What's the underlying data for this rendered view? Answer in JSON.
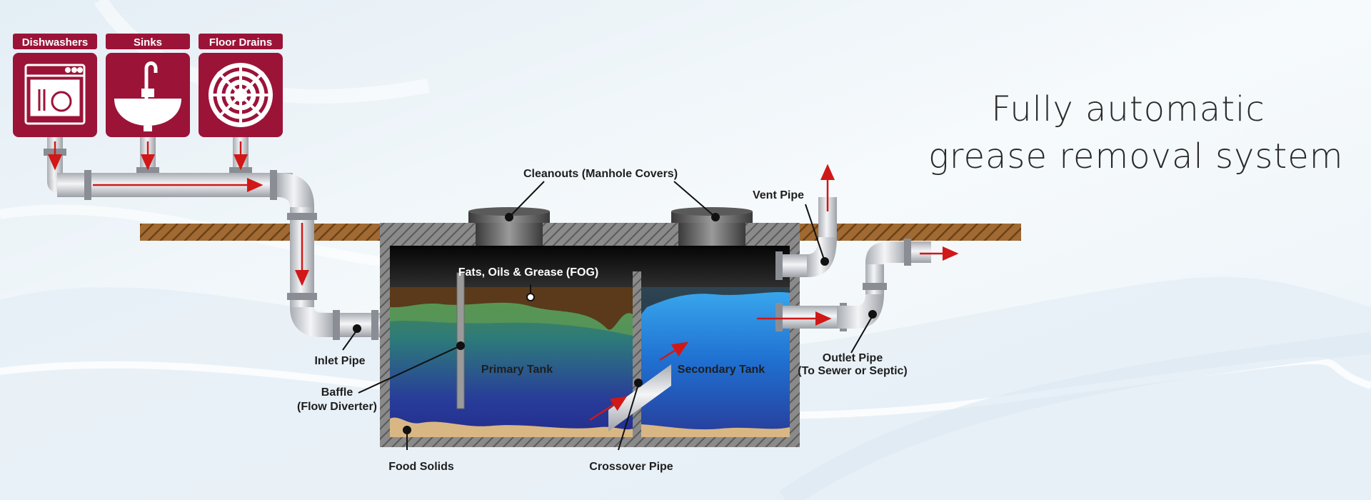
{
  "title": {
    "line1": "Fully automatic",
    "line2": "grease removal system"
  },
  "sources": [
    {
      "label": "Dishwashers",
      "icon": "dishwasher-icon"
    },
    {
      "label": "Sinks",
      "icon": "sink-icon"
    },
    {
      "label": "Floor Drains",
      "icon": "floor-drain-icon"
    }
  ],
  "labels": {
    "cleanouts": "Cleanouts (Manhole Covers)",
    "vent_pipe": "Vent Pipe",
    "fog": "Fats, Oils & Grease (FOG)",
    "inlet_pipe": "Inlet Pipe",
    "baffle_line1": "Baffle",
    "baffle_line2": "(Flow Diverter)",
    "primary_tank": "Primary Tank",
    "secondary_tank": "Secondary Tank",
    "outlet_line1": "Outlet Pipe",
    "outlet_line2": "(To Sewer or Septic)",
    "food_solids": "Food Solids",
    "crossover_pipe": "Crossover Pipe"
  },
  "colors": {
    "brand": "#9b1438",
    "ground": "#8b5a2b",
    "grease": "#5a3a1a",
    "water_primary": "#2a3a98",
    "water_secondary": "#1a8fe0",
    "solids": "#d9b784",
    "flow_arrow": "#d01818"
  }
}
